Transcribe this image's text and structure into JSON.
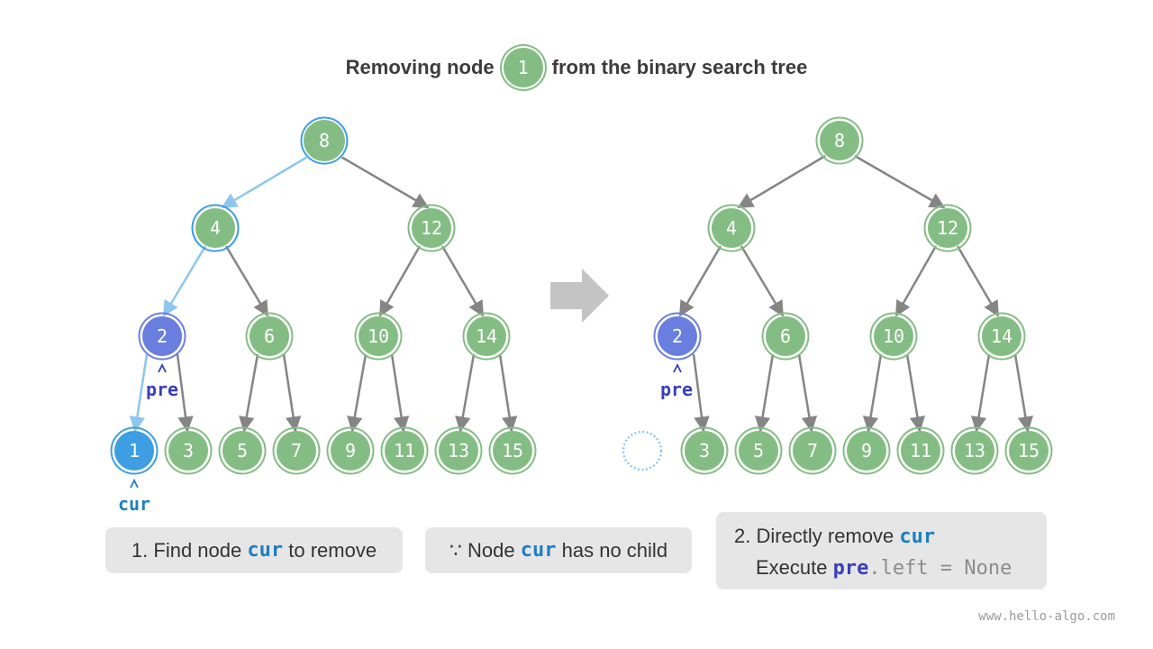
{
  "title": {
    "prefix": "Removing node",
    "node": "1",
    "suffix": "from the binary search tree"
  },
  "colors": {
    "node": "#84bd84",
    "cur": "#3d9ee3",
    "pre": "#6a7ee0",
    "path_edge": "#8ec6ee",
    "edge": "#858585",
    "arrow": "#c4c4c4",
    "code_cur": "#1d7fc4",
    "code_pre": "#3740b8"
  },
  "tree_before": {
    "nodes": [
      "8",
      "4",
      "12",
      "2",
      "6",
      "10",
      "14",
      "1",
      "3",
      "5",
      "7",
      "9",
      "11",
      "13",
      "15"
    ],
    "search_path": [
      "8",
      "4",
      "2",
      "1"
    ],
    "pre_node": "2",
    "cur_node": "1"
  },
  "tree_after": {
    "nodes": [
      "8",
      "4",
      "12",
      "2",
      "6",
      "10",
      "14",
      "3",
      "5",
      "7",
      "9",
      "11",
      "13",
      "15"
    ],
    "removed_node": "1",
    "pre_node": "2"
  },
  "pointers": {
    "pre": "pre",
    "cur": "cur"
  },
  "transition_icon": "right-arrow-icon",
  "steps": {
    "step1": {
      "prefix": "1. Find node",
      "code": "cur",
      "suffix": "to remove"
    },
    "step_cond": {
      "prefix": "∵ Node",
      "code": "cur",
      "suffix": "has no child"
    },
    "step2": {
      "line1_prefix": "2. Directly remove",
      "line1_code": "cur",
      "line2_prefix": "Execute",
      "line2_pre": "pre",
      "line2_rest": ".left = None"
    }
  },
  "watermark": "www.hello-algo.com"
}
